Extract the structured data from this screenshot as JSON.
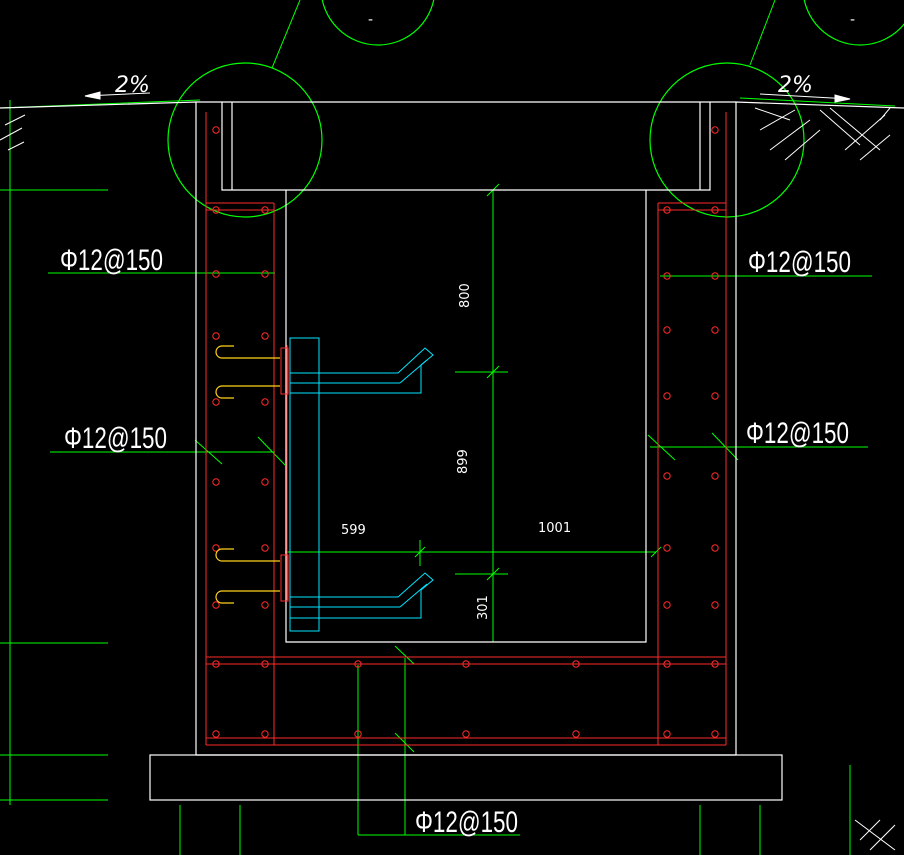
{
  "colors": {
    "background": "#000000",
    "outline": "#ffffff",
    "rebar": "#ff2a2a",
    "dimension": "#00ff00",
    "bracket": "#00e5ff",
    "hook": "#ffd21a"
  },
  "slope_labels": {
    "left": "2%",
    "right": "2%"
  },
  "circle_marks": {
    "top_left": "-",
    "top_right": "-"
  },
  "rebar_labels": {
    "left_upper": "Φ12@150",
    "left_lower": "Φ12@150",
    "right_upper": "Φ12@150",
    "right_lower": "Φ12@150",
    "bottom": "Φ12@150"
  },
  "dimensions": {
    "vertical_top": "800",
    "vertical_middle": "899",
    "vertical_bottom": "301",
    "horizontal_left": "599",
    "horizontal_right": "1001"
  }
}
